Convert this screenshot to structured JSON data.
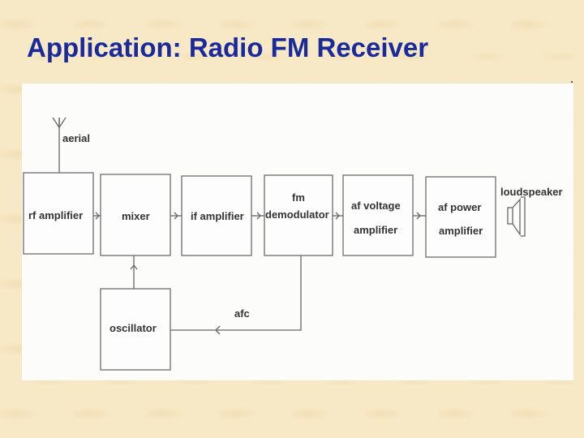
{
  "slide": {
    "title": "Application: Radio FM Receiver"
  },
  "diagram": {
    "aerial": "aerial",
    "blocks": {
      "rf_amplifier": "rf amplifier",
      "mixer": "mixer",
      "if_amplifier": "if amplifier",
      "fm_demodulator_line1": "fm",
      "fm_demodulator_line2": "demodulator",
      "af_voltage_line1": "af voltage",
      "af_voltage_line2": "amplifier",
      "af_power_line1": "af power",
      "af_power_line2": "amplifier",
      "oscillator": "oscillator"
    },
    "loudspeaker": "loudspeaker",
    "afc": "afc"
  }
}
